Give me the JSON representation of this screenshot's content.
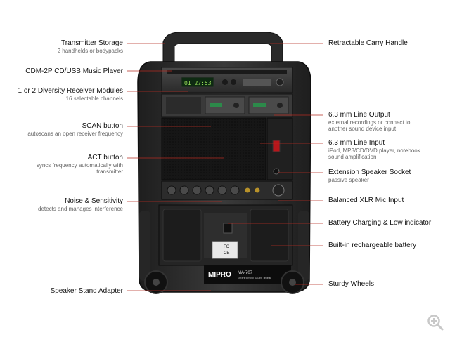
{
  "brand": {
    "logo": "MIPRO",
    "model": "MA-707",
    "subtitle": "WIRELESS AMPLIFIER"
  },
  "cd_display": "01 27:53",
  "fcc_label": {
    "line1": "FC",
    "line2": "CE"
  },
  "left_labels": [
    {
      "title": "Transmitter Storage",
      "sub": [
        "2 handhelds or bodypacks"
      ]
    },
    {
      "title": "CDM-2P CD/USB Music Player",
      "sub": []
    },
    {
      "title": "1 or 2 Diversity Receiver Modules",
      "sub": [
        "16 selectable channels"
      ]
    },
    {
      "title": "SCAN button",
      "sub": [
        "autoscans an open receiver frequency"
      ]
    },
    {
      "title": "ACT button",
      "sub": [
        "syncs frequency automatically with",
        "transmitter"
      ]
    },
    {
      "title": "Noise & Sensitivity",
      "sub": [
        "detects and manages interference"
      ]
    },
    {
      "title": "Speaker Stand Adapter",
      "sub": []
    }
  ],
  "right_labels": [
    {
      "title": "Retractable Carry Handle",
      "sub": []
    },
    {
      "title": "6.3 mm Line Output",
      "sub": [
        "external recordings or connect to",
        "another sound device input"
      ]
    },
    {
      "title": "6.3 mm Line Input",
      "sub": [
        "iPod, MP3/CD/DVD player, notebook",
        "sound amplification"
      ]
    },
    {
      "title": "Extension Speaker Socket",
      "sub": [
        "passive speaker"
      ]
    },
    {
      "title": "Balanced XLR Mic Input",
      "sub": []
    },
    {
      "title": "Battery Charging & Low indicator",
      "sub": []
    },
    {
      "title": "Built-in rechargeable battery",
      "sub": []
    },
    {
      "title": "Sturdy Wheels",
      "sub": []
    }
  ],
  "icons": {
    "zoom": "zoom-in-icon"
  }
}
